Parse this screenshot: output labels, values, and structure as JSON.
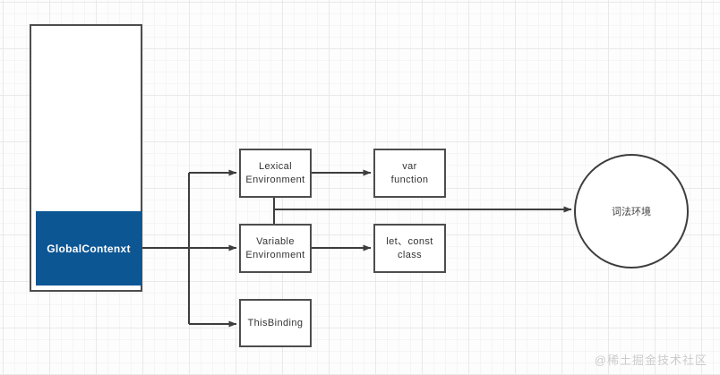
{
  "diagram": {
    "title": "JavaScript Global Execution Context structure",
    "background_color": "#fdfdfd",
    "grid": "on",
    "accent_color": "#0d5694",
    "stroke_color": "#4d4d4d",
    "nodes": {
      "container": {
        "label": ""
      },
      "global_context": {
        "label": "GlobalContenxt"
      },
      "lexical_environment": {
        "label": "Lexical\nEnvironment",
        "line1": "Lexical",
        "line2": "Environment"
      },
      "variable_environment": {
        "label": "Variable\nEnvironment",
        "line1": "Variable",
        "line2": "Environment"
      },
      "this_binding": {
        "label": "ThisBinding"
      },
      "var_function": {
        "label": "var\nfunction",
        "line1": "var",
        "line2": "function"
      },
      "let_const_class": {
        "label": "let、const\nclass",
        "line1": "let、const",
        "line2": "class"
      },
      "circle": {
        "label": "词法环境"
      }
    },
    "edges": [
      {
        "from": "global_context",
        "to": "lexical_environment"
      },
      {
        "from": "global_context",
        "to": "variable_environment"
      },
      {
        "from": "global_context",
        "to": "this_binding"
      },
      {
        "from": "lexical_environment",
        "to": "var_function"
      },
      {
        "from": "variable_environment",
        "to": "let_const_class"
      },
      {
        "from": "lexical_environment+variable_environment",
        "to": "circle"
      }
    ]
  },
  "watermark": {
    "text": "@稀土掘金技术社区"
  }
}
